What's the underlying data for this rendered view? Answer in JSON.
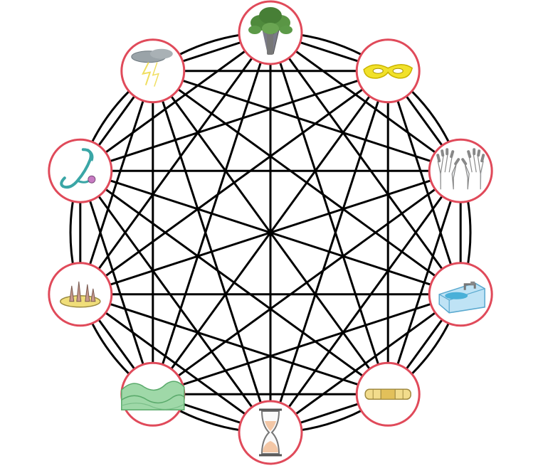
{
  "diagram": {
    "type": "complete-graph",
    "node_count": 10,
    "colors": {
      "edge": "#000000",
      "node_border": "#e04a5a",
      "node_fill": "#ffffff"
    },
    "nodes": [
      {
        "id": "tree",
        "icon": "tree-icon"
      },
      {
        "id": "mask",
        "icon": "eye-mask-icon"
      },
      {
        "id": "gloves",
        "icon": "gloves-icon"
      },
      {
        "id": "faucet",
        "icon": "faucet-icon"
      },
      {
        "id": "bandage",
        "icon": "bandage-icon"
      },
      {
        "id": "hourglass",
        "icon": "hourglass-icon"
      },
      {
        "id": "hills",
        "icon": "hills-icon"
      },
      {
        "id": "spikes",
        "icon": "spike-trap-icon"
      },
      {
        "id": "stethoscope",
        "icon": "stethoscope-icon"
      },
      {
        "id": "storm-cloud",
        "icon": "storm-cloud-icon"
      }
    ]
  }
}
